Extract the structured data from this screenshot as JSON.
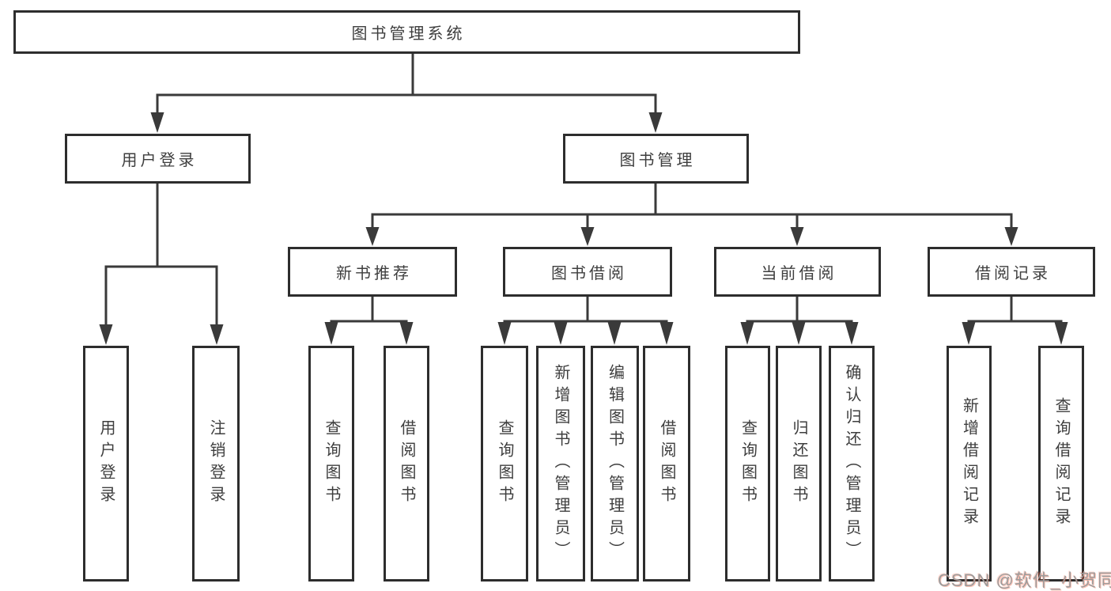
{
  "diagram": {
    "root": {
      "label": "图书管理系统"
    },
    "branches": [
      {
        "label": "用户登录",
        "children": [
          "用户登录",
          "注销登录"
        ]
      },
      {
        "label": "图书管理",
        "groups": [
          {
            "label": "新书推荐",
            "children": [
              "查询图书",
              "借阅图书"
            ]
          },
          {
            "label": "图书借阅",
            "children": [
              "查询图书",
              "新增图书（管理员）",
              "编辑图书（管理员）",
              "借阅图书"
            ]
          },
          {
            "label": "当前借阅",
            "children": [
              "查询图书",
              "归还图书",
              "确认归还（管理员）"
            ]
          },
          {
            "label": "借阅记录",
            "children": [
              "新增借阅记录",
              "查询借阅记录"
            ]
          }
        ]
      }
    ]
  },
  "watermark": {
    "text": "CSDN @软件_小贺同学"
  },
  "colors": {
    "line": "#3a3a3a",
    "box_border": "#2d2d2d",
    "text": "#3e3e3e",
    "watermark_gray": "#9c9c9c",
    "watermark_red": "#fc5531",
    "background": "#ffffff"
  }
}
